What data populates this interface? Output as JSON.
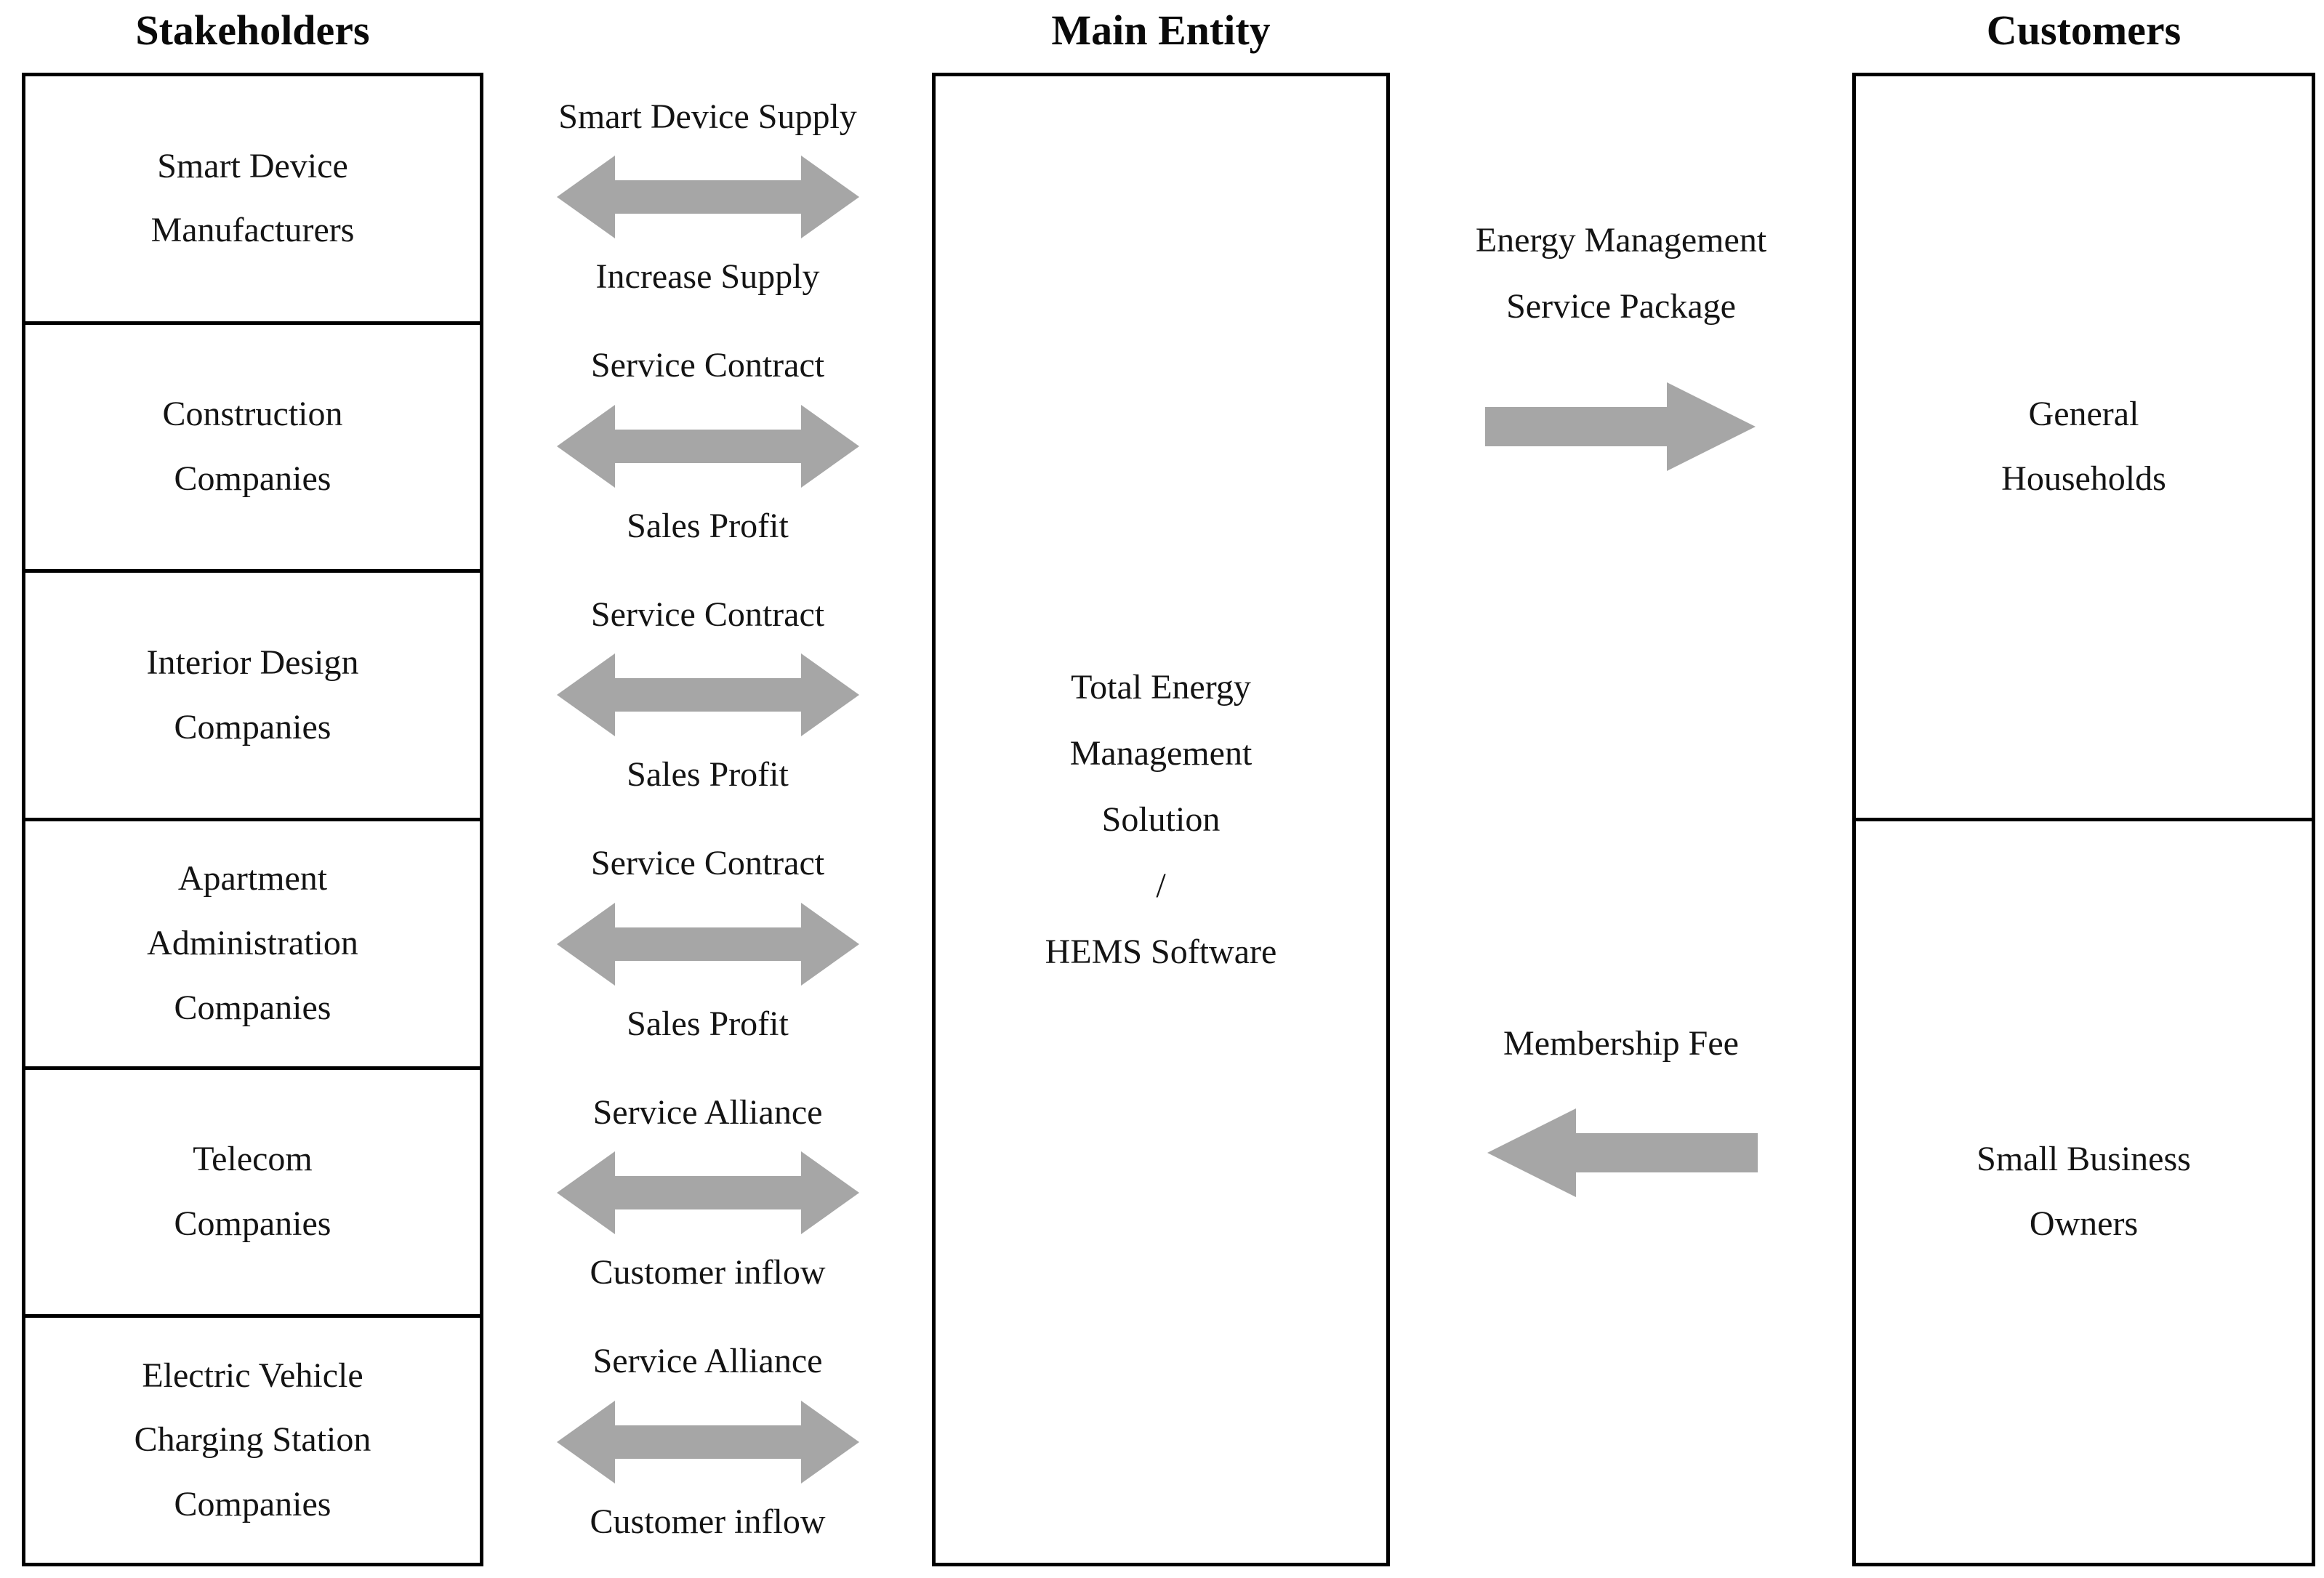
{
  "headings": {
    "stakeholders": "Stakeholders",
    "main_entity": "Main Entity",
    "customers": "Customers"
  },
  "stakeholder_flows": [
    {
      "stakeholder": "Smart Device\nManufacturers",
      "top_label": "Smart Device Supply",
      "bottom_label": "Increase Supply"
    },
    {
      "stakeholder": "Construction\nCompanies",
      "top_label": "Service Contract",
      "bottom_label": "Sales Profit"
    },
    {
      "stakeholder": "Interior Design\nCompanies",
      "top_label": "Service Contract",
      "bottom_label": "Sales Profit"
    },
    {
      "stakeholder": "Apartment\nAdministration\nCompanies",
      "top_label": "Service Contract",
      "bottom_label": "Sales Profit"
    },
    {
      "stakeholder": "Telecom\nCompanies",
      "top_label": "Service Alliance",
      "bottom_label": "Customer inflow"
    },
    {
      "stakeholder": "Electric Vehicle\nCharging Station\nCompanies",
      "top_label": "Service Alliance",
      "bottom_label": "Customer inflow"
    }
  ],
  "main_entity": {
    "label": "Total Energy\nManagement\nSolution\n/\nHEMS Software"
  },
  "customer_flows": {
    "to_customers_label": "Energy Management\nService Package",
    "to_main_entity_label": "Membership Fee"
  },
  "customers": [
    {
      "name": "General\nHouseholds"
    },
    {
      "name": "Small Business\nOwners"
    }
  ],
  "colors": {
    "arrow_gray": "#a6a6a6",
    "line_black": "#000000",
    "text": "#141414"
  }
}
